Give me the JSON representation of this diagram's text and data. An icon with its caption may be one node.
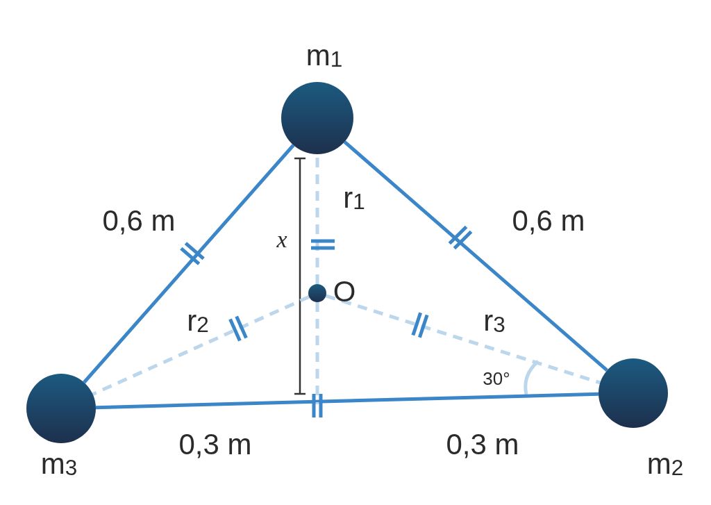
{
  "diagram": {
    "nodes": [
      {
        "text": [
          "m$_{1}$"
        ]
      },
      {
        "text": [
          "m$_{2}$"
        ]
      },
      {
        "text": [
          "m$_{3}$"
        ]
      },
      {
        "text": [
          "O"
        ]
      }
    ],
    "edges": [
      {
        "from": 0,
        "to": 2,
        "arrow": "none",
        "color": "#3a86c8"
      },
      {
        "from": 0,
        "to": 1,
        "arrow": "none",
        "color": "#3a86c8"
      },
      {
        "from": 2,
        "to": 1,
        "arrow": "none",
        "color": "#3a86c8"
      },
      {
        "from": 3,
        "to": 0,
        "arrow": "none",
        "style": "dashed"
      },
      {
        "from": 3,
        "to": 2,
        "arrow": "none",
        "style": "dashed"
      },
      {
        "from": 3,
        "to": 1,
        "arrow": "none",
        "style": "dashed"
      },
      {
        "from": 3,
        "to": null,
        "arrow": "none",
        "style": "dashed"
      }
    ],
    "labels": [
      "0,6 m",
      "0,6 m",
      "r$_{1}$",
      "x",
      "r$_{2}$",
      "r$_{3}$",
      "30°",
      "0,3 m",
      "0,3 m"
    ]
  }
}
